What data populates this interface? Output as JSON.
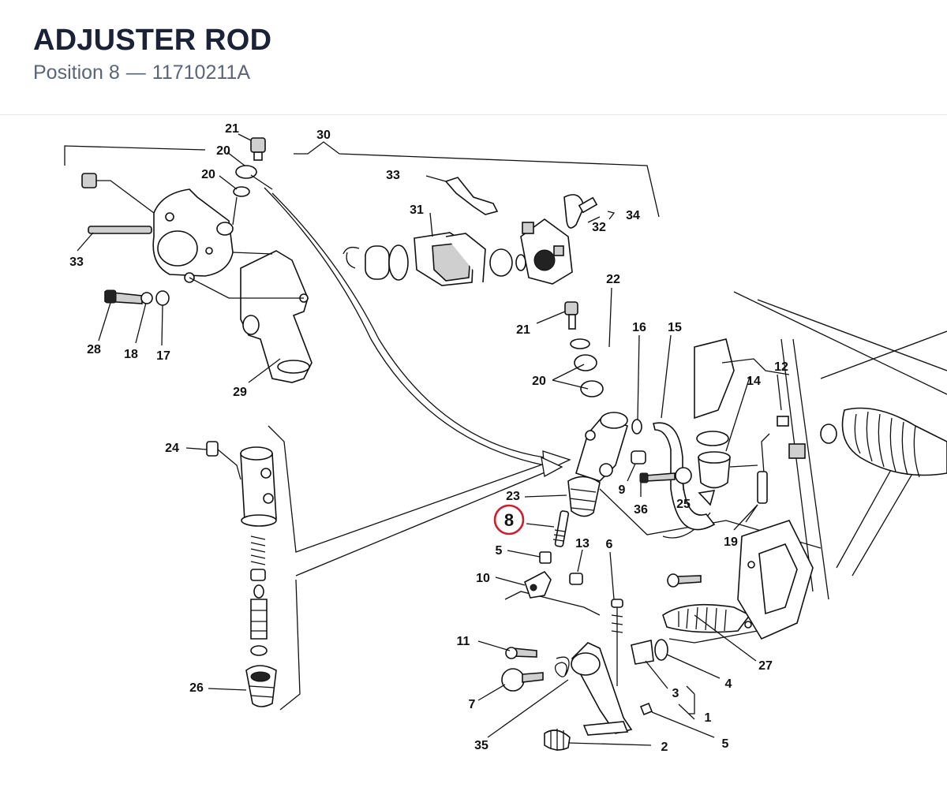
{
  "header": {
    "title": "ADJUSTER ROD",
    "position_label": "Position 8",
    "separator": "—",
    "part_number": "11710211A"
  },
  "diagram": {
    "highlight_color": "#c8202f",
    "highlighted_label": "8",
    "labels": [
      "21",
      "20",
      "20",
      "30",
      "33",
      "31",
      "34",
      "32",
      "33",
      "28",
      "18",
      "17",
      "29",
      "22",
      "21",
      "16",
      "15",
      "12",
      "14",
      "20",
      "24",
      "23",
      "9",
      "36",
      "25",
      "19",
      "5",
      "13",
      "6",
      "10",
      "11",
      "7",
      "35",
      "3",
      "4",
      "27",
      "1",
      "5",
      "2",
      "26"
    ]
  }
}
